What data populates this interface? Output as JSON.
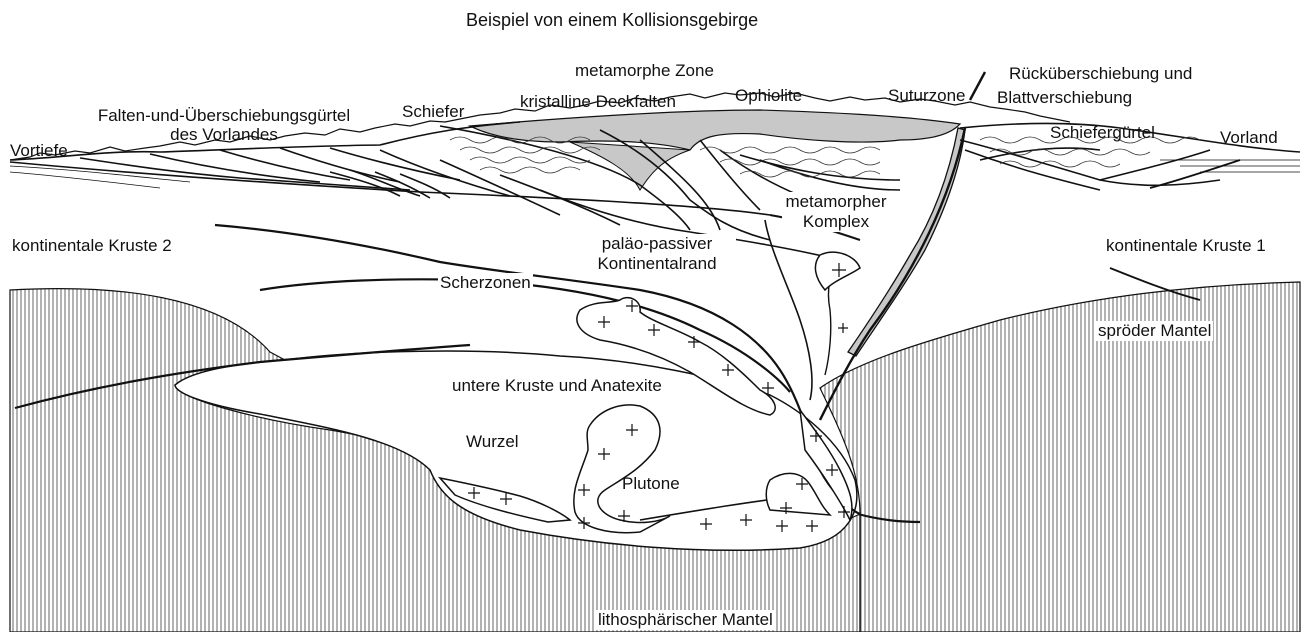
{
  "title": "Beispiel von einem Kollisionsgebirge",
  "labels": {
    "vortiefe": "Vortiefe",
    "falten_line1": "Falten-und-Überschiebungsgürtel",
    "falten_line2": "des Vorlandes",
    "schiefer": "Schiefer",
    "metamorphe_zone": "metamorphe Zone",
    "kristalline": "kristalline Deckfalten",
    "ophiolite": "Ophiolite",
    "suturzone": "Suturzone",
    "rueck_line1": "Rücküberschiebung und",
    "rueck_line2": "Blattverschiebung",
    "schiefergurtel": "Schiefergürtel",
    "vorland": "Vorland",
    "metamorpher_line1": "metamorpher",
    "metamorpher_line2": "Komplex",
    "kruste2": "kontinentale Kruste 2",
    "kruste1": "kontinentale Kruste 1",
    "palaeo_line1": "paläo-passiver",
    "palaeo_line2": "Kontinentalrand",
    "scherzonen": "Scherzonen",
    "sproeder": "spröder Mantel",
    "untere": "untere Kruste und Anatexite",
    "wurzel": "Wurzel",
    "plutone": "Plutone",
    "litho": "lithosphärischer Mantel"
  },
  "colors": {
    "line": "#111111",
    "ophiolite_fill": "#c8c8c8",
    "mantle_hatch": "#555555",
    "background": "#ffffff"
  }
}
